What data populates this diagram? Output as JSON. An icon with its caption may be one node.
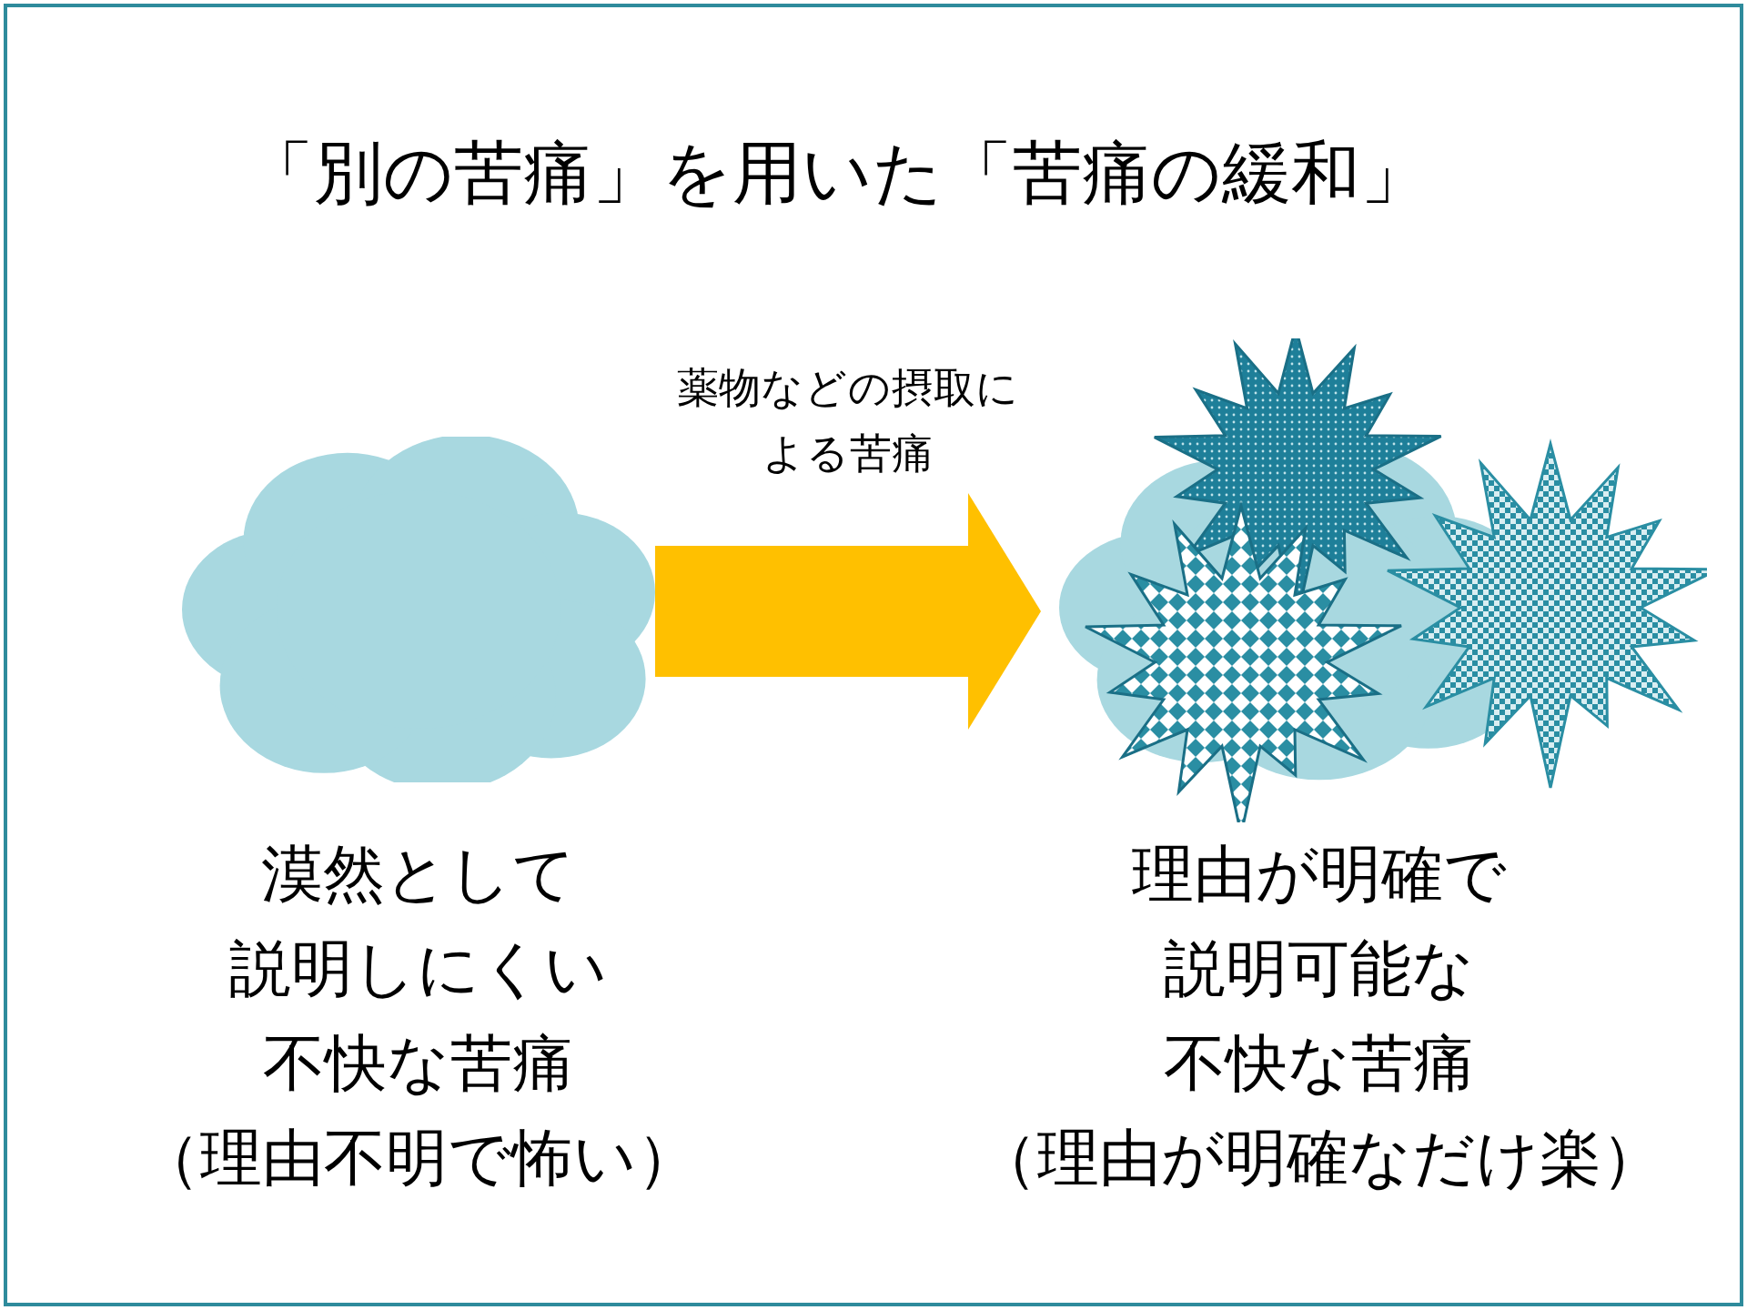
{
  "diagram": {
    "title": "「別の苦痛」を用いた「苦痛の緩和」",
    "nodes": [
      {
        "text": [],
        "shape": "cloud",
        "beside": [
          "漠然として",
          "説明しにくい",
          "不快な苦痛",
          "（理由不明で怖い）"
        ]
      },
      {
        "text": [],
        "shape": "picture",
        "beside": [
          "理由が明確で",
          "説明可能な",
          "不快な苦痛",
          "（理由が明確なだけ楽）"
        ]
      }
    ],
    "edges": [
      {
        "from": 0,
        "to": 1,
        "arrow": "to",
        "label": "薬物などの摂取による苦痛"
      }
    ]
  }
}
